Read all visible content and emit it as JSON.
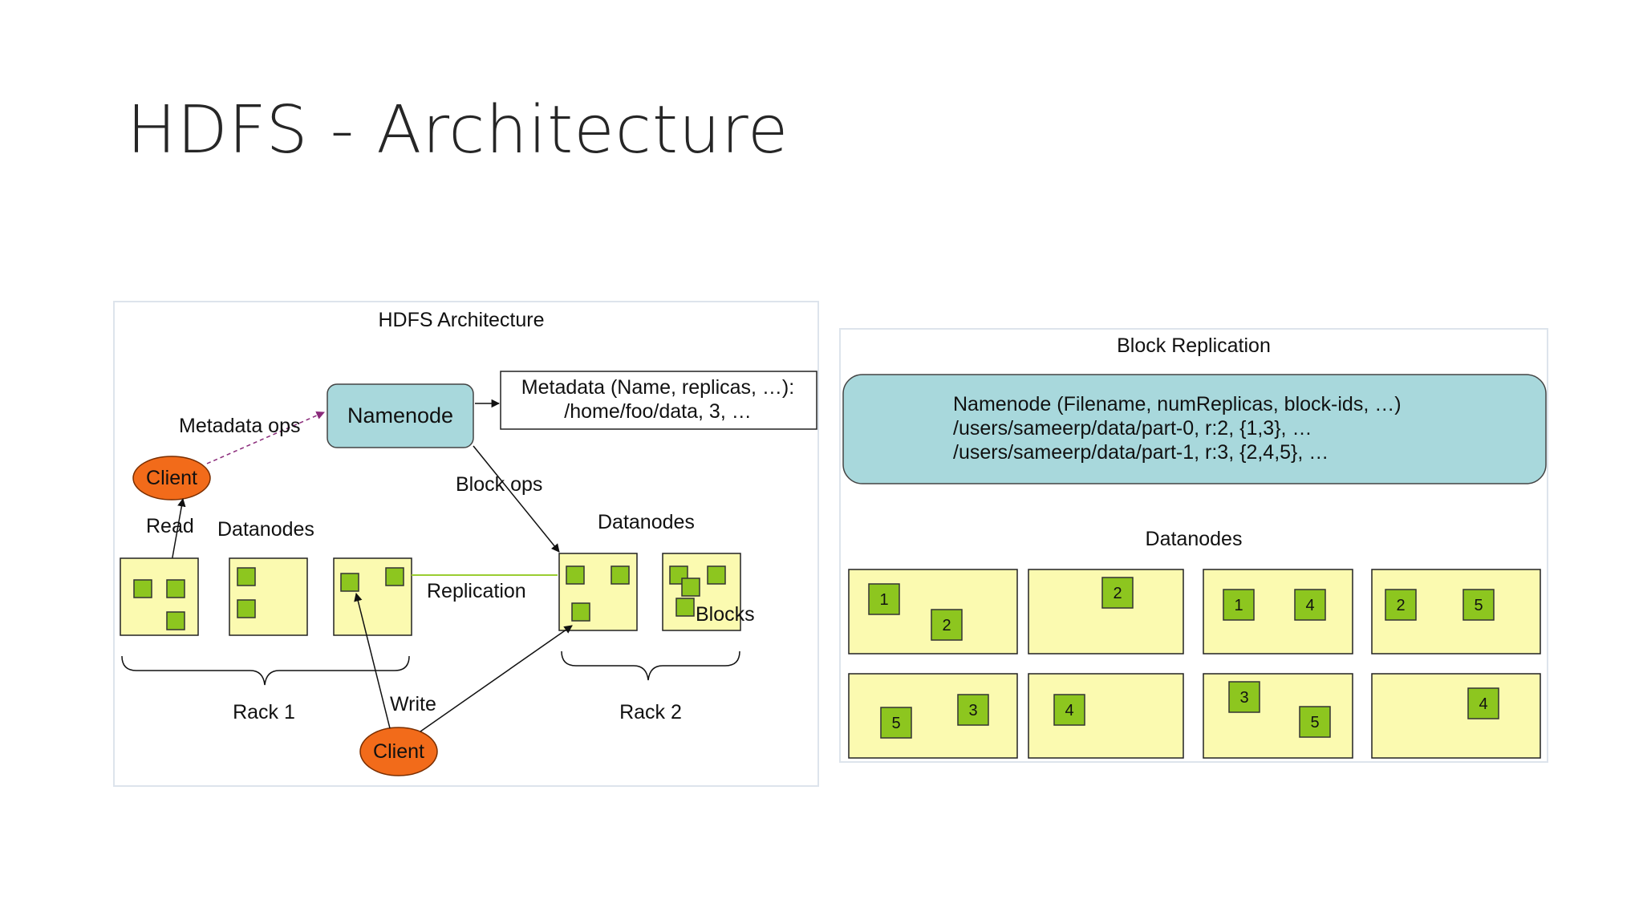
{
  "slide": {
    "title": "HDFS - Architecture"
  },
  "left_diagram": {
    "title": "HDFS Architecture",
    "namenode": "Namenode",
    "metadata_line1": "Metadata (Name, replicas, …):",
    "metadata_line2": "/home/foo/data, 3, …",
    "metadata_ops": "Metadata ops",
    "client_top": "Client",
    "client_bottom": "Client",
    "read": "Read",
    "write": "Write",
    "block_ops": "Block ops",
    "replication": "Replication",
    "blocks": "Blocks",
    "datanodes_left": "Datanodes",
    "datanodes_right": "Datanodes",
    "rack1": "Rack 1",
    "rack2": "Rack 2"
  },
  "right_diagram": {
    "title": "Block Replication",
    "namenode_line1": "Namenode (Filename, numReplicas, block-ids, …)",
    "namenode_line2": "/users/sameerp/data/part-0, r:2, {1,3}, …",
    "namenode_line3": "/users/sameerp/data/part-1, r:3, {2,4,5}, …",
    "datanodes_label": "Datanodes",
    "datanodes": [
      {
        "blocks": [
          "1",
          "2"
        ]
      },
      {
        "blocks": [
          "2"
        ]
      },
      {
        "blocks": [
          "1",
          "4"
        ]
      },
      {
        "blocks": [
          "2",
          "5"
        ]
      },
      {
        "blocks": [
          "5",
          "3"
        ]
      },
      {
        "blocks": [
          "4"
        ]
      },
      {
        "blocks": [
          "3",
          "5"
        ]
      },
      {
        "blocks": [
          "4"
        ]
      }
    ]
  },
  "colors": {
    "datanode_fill": "#fbfab0",
    "block_fill": "#8dc61f",
    "namenode_fill": "#a8d8dc",
    "client_fill": "#f26b1a",
    "metadata_ops_arrow": "#8a2a7a",
    "replication_line": "#9acd32"
  }
}
